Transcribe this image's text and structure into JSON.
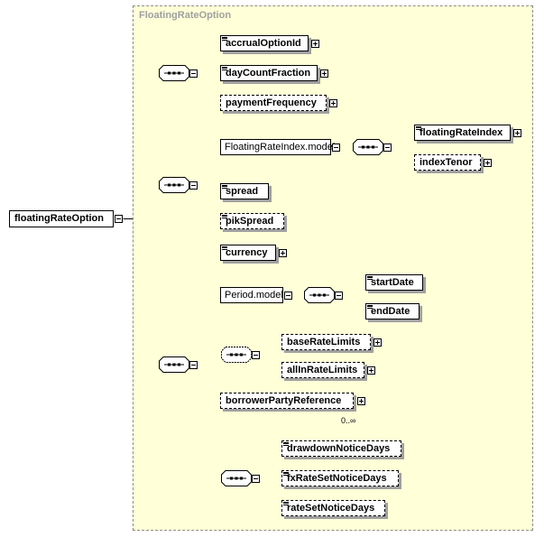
{
  "diagram": {
    "group_title": "FloatingRateOption",
    "root": {
      "label": "floatingRateOption"
    },
    "elements": {
      "accrualOptionId": "accrualOptionId",
      "dayCountFraction": "dayCountFraction",
      "paymentFrequency": "paymentFrequency",
      "floatingRateIndexModel": "FloatingRateIndex.model",
      "floatingRateIndex": "floatingRateIndex",
      "indexTenor": "indexTenor",
      "spread": "spread",
      "pikSpread": "pikSpread",
      "currency": "currency",
      "periodModel": "Period.model",
      "startDate": "startDate",
      "endDate": "endDate",
      "baseRateLimits": "baseRateLimits",
      "allInRateLimits": "allInRateLimits",
      "borrowerPartyReference": "borrowerPartyReference",
      "drawdownNoticeDays": "drawdownNoticeDays",
      "fxRateSetNoticeDays": "fxRateSetNoticeDays",
      "rateSetNoticeDays": "rateSetNoticeDays"
    },
    "cardinality": {
      "borrowerPartyReference": "0..∞"
    },
    "icons": {
      "expand": "plus-icon",
      "collapse": "minus-icon",
      "sequence": "sequence-compositor-icon"
    }
  }
}
